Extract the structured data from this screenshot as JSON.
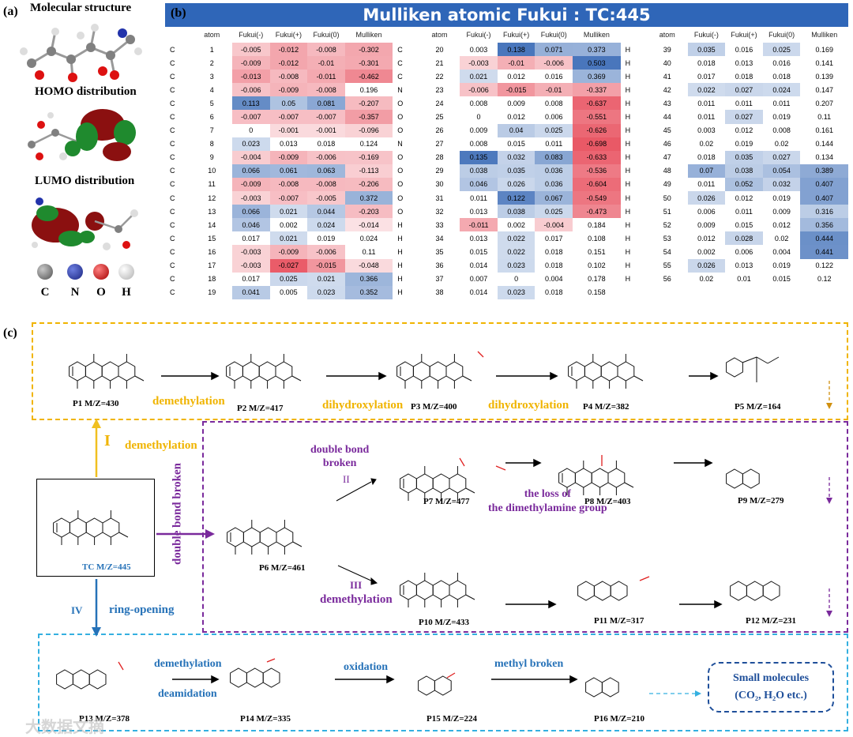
{
  "panel_a": {
    "label": "(a)",
    "molecular_structure": "Molecular structure",
    "homo": "HOMO distribution",
    "lumo": "LUMO distribution",
    "legend": [
      {
        "symbol": "C",
        "color": "#808080"
      },
      {
        "symbol": "N",
        "color": "#2233aa"
      },
      {
        "symbol": "O",
        "color": "#dd1111"
      },
      {
        "symbol": "H",
        "color": "#f4f4f4"
      }
    ]
  },
  "panel_b": {
    "label": "(b)",
    "title": "Mulliken atomic Fukui :  TC:445",
    "headers": [
      "atom",
      "Fukui(-)",
      "Fukui(+)",
      "Fukui(0)",
      "Mulliken"
    ],
    "col1": [
      [
        "C",
        "1",
        "-0.005",
        "-0.012",
        "-0.008",
        "-0.302"
      ],
      [
        "C",
        "2",
        "-0.009",
        "-0.012",
        "-0.01",
        "-0.301"
      ],
      [
        "C",
        "3",
        "-0.013",
        "-0.008",
        "-0.011",
        "-0.462"
      ],
      [
        "C",
        "4",
        "-0.006",
        "-0.009",
        "-0.008",
        "0.196"
      ],
      [
        "C",
        "5",
        "0.113",
        "0.05",
        "0.081",
        "-0.207"
      ],
      [
        "C",
        "6",
        "-0.007",
        "-0.007",
        "-0.007",
        "-0.357"
      ],
      [
        "C",
        "7",
        "0",
        "-0.001",
        "-0.001",
        "-0.096"
      ],
      [
        "C",
        "8",
        "0.023",
        "0.013",
        "0.018",
        "0.124"
      ],
      [
        "C",
        "9",
        "-0.004",
        "-0.009",
        "-0.006",
        "-0.169"
      ],
      [
        "C",
        "10",
        "0.066",
        "0.061",
        "0.063",
        "-0.113"
      ],
      [
        "C",
        "11",
        "-0.009",
        "-0.008",
        "-0.008",
        "-0.206"
      ],
      [
        "C",
        "12",
        "-0.003",
        "-0.007",
        "-0.005",
        "0.372"
      ],
      [
        "C",
        "13",
        "0.066",
        "0.021",
        "0.044",
        "-0.203"
      ],
      [
        "C",
        "14",
        "0.046",
        "0.002",
        "0.024",
        "-0.014"
      ],
      [
        "C",
        "15",
        "0.017",
        "0.021",
        "0.019",
        "0.024"
      ],
      [
        "C",
        "16",
        "-0.003",
        "-0.009",
        "-0.006",
        "0.11"
      ],
      [
        "C",
        "17",
        "-0.003",
        "-0.027",
        "-0.015",
        "-0.048"
      ],
      [
        "C",
        "18",
        "0.017",
        "0.025",
        "0.021",
        "0.366"
      ],
      [
        "C",
        "19",
        "0.041",
        "0.005",
        "0.023",
        "0.352"
      ]
    ],
    "col2": [
      [
        "C",
        "20",
        "0.003",
        "0.138",
        "0.071",
        "0.373"
      ],
      [
        "C",
        "21",
        "-0.003",
        "-0.01",
        "-0.006",
        "0.503"
      ],
      [
        "C",
        "22",
        "0.021",
        "0.012",
        "0.016",
        "0.369"
      ],
      [
        "N",
        "23",
        "-0.006",
        "-0.015",
        "-0.01",
        "-0.337"
      ],
      [
        "O",
        "24",
        "0.008",
        "0.009",
        "0.008",
        "-0.637"
      ],
      [
        "O",
        "25",
        "0",
        "0.012",
        "0.006",
        "-0.551"
      ],
      [
        "O",
        "26",
        "0.009",
        "0.04",
        "0.025",
        "-0.626"
      ],
      [
        "N",
        "27",
        "0.008",
        "0.015",
        "0.011",
        "-0.698"
      ],
      [
        "O",
        "28",
        "0.135",
        "0.032",
        "0.083",
        "-0.633"
      ],
      [
        "O",
        "29",
        "0.038",
        "0.035",
        "0.036",
        "-0.536"
      ],
      [
        "O",
        "30",
        "0.046",
        "0.026",
        "0.036",
        "-0.604"
      ],
      [
        "O",
        "31",
        "0.011",
        "0.122",
        "0.067",
        "-0.549"
      ],
      [
        "O",
        "32",
        "0.013",
        "0.038",
        "0.025",
        "-0.473"
      ],
      [
        "H",
        "33",
        "-0.011",
        "0.002",
        "-0.004",
        "0.184"
      ],
      [
        "H",
        "34",
        "0.013",
        "0.022",
        "0.017",
        "0.108"
      ],
      [
        "H",
        "35",
        "0.015",
        "0.022",
        "0.018",
        "0.151"
      ],
      [
        "H",
        "36",
        "0.014",
        "0.023",
        "0.018",
        "0.102"
      ],
      [
        "H",
        "37",
        "0.007",
        "0",
        "0.004",
        "0.178"
      ],
      [
        "H",
        "38",
        "0.014",
        "0.023",
        "0.018",
        "0.158"
      ]
    ],
    "col3": [
      [
        "H",
        "39",
        "0.035",
        "0.016",
        "0.025",
        "0.169"
      ],
      [
        "H",
        "40",
        "0.018",
        "0.013",
        "0.016",
        "0.141"
      ],
      [
        "H",
        "41",
        "0.017",
        "0.018",
        "0.018",
        "0.139"
      ],
      [
        "H",
        "42",
        "0.022",
        "0.027",
        "0.024",
        "0.147"
      ],
      [
        "H",
        "43",
        "0.011",
        "0.011",
        "0.011",
        "0.207"
      ],
      [
        "H",
        "44",
        "0.011",
        "0.027",
        "0.019",
        "0.11"
      ],
      [
        "H",
        "45",
        "0.003",
        "0.012",
        "0.008",
        "0.161"
      ],
      [
        "H",
        "46",
        "0.02",
        "0.019",
        "0.02",
        "0.144"
      ],
      [
        "H",
        "47",
        "0.018",
        "0.035",
        "0.027",
        "0.134"
      ],
      [
        "H",
        "48",
        "0.07",
        "0.038",
        "0.054",
        "0.389"
      ],
      [
        "H",
        "49",
        "0.011",
        "0.052",
        "0.032",
        "0.407"
      ],
      [
        "H",
        "50",
        "0.026",
        "0.012",
        "0.019",
        "0.407"
      ],
      [
        "H",
        "51",
        "0.006",
        "0.011",
        "0.009",
        "0.316"
      ],
      [
        "H",
        "52",
        "0.009",
        "0.015",
        "0.012",
        "0.356"
      ],
      [
        "H",
        "53",
        "0.012",
        "0.028",
        "0.02",
        "0.444"
      ],
      [
        "H",
        "54",
        "0.002",
        "0.006",
        "0.004",
        "0.441"
      ],
      [
        "H",
        "55",
        "0.026",
        "0.013",
        "0.019",
        "0.122"
      ],
      [
        "H",
        "56",
        "0.02",
        "0.01",
        "0.015",
        "0.12"
      ]
    ],
    "colors": {
      "neg_strong": "#e8505e",
      "pos_strong": "#3f6fb8"
    }
  },
  "panel_c": {
    "label": "(c)",
    "products": {
      "P1": "P1 M/Z=430",
      "P2": "P2 M/Z=417",
      "P3": "P3 M/Z=400",
      "P4": "P4 M/Z=382",
      "P5": "P5 M/Z=164",
      "TC": "TC M/Z=445",
      "P6": "P6 M/Z=461",
      "P7": "P7 M/Z=477",
      "P8": "P8 M/Z=403",
      "P9": "P9 M/Z=279",
      "P10": "P10 M/Z=433",
      "P11": "P11 M/Z=317",
      "P12": "P12 M/Z=231",
      "P13": "P13 M/Z=378",
      "P14": "P14 M/Z=335",
      "P15": "P15 M/Z=224",
      "P16": "P16 M/Z=210"
    },
    "reactions": {
      "demethylation_1": "demethylation",
      "dihydroxylation_1": "dihydroxylation",
      "dihydroxylation_2": "dihydroxylation",
      "path1_label": "I",
      "path1_reaction": "demethylation",
      "double_bond_vertical": "double bond broken",
      "double_bond_broken_l1": "double bond",
      "double_bond_broken_l2": "broken",
      "path2_label": "II",
      "loss_l1": "the loss of",
      "loss_l2": "the dimethylamine group",
      "path3_label": "III",
      "path3_reaction": "demethylation",
      "path4_label": "IV",
      "path4_reaction": "ring-opening",
      "demethylation_4": "demethylation",
      "deamidation": "deamidation",
      "oxidation": "oxidation",
      "methyl_broken": "methyl broken",
      "small_l1": "Small molecules",
      "small_l2": "(CO₂, H₂O etc.)"
    },
    "colors": {
      "path1": "#f0b400",
      "path2": "#7a2a9c",
      "path4": "#2672b8"
    }
  },
  "watermark": "大数据文摘"
}
